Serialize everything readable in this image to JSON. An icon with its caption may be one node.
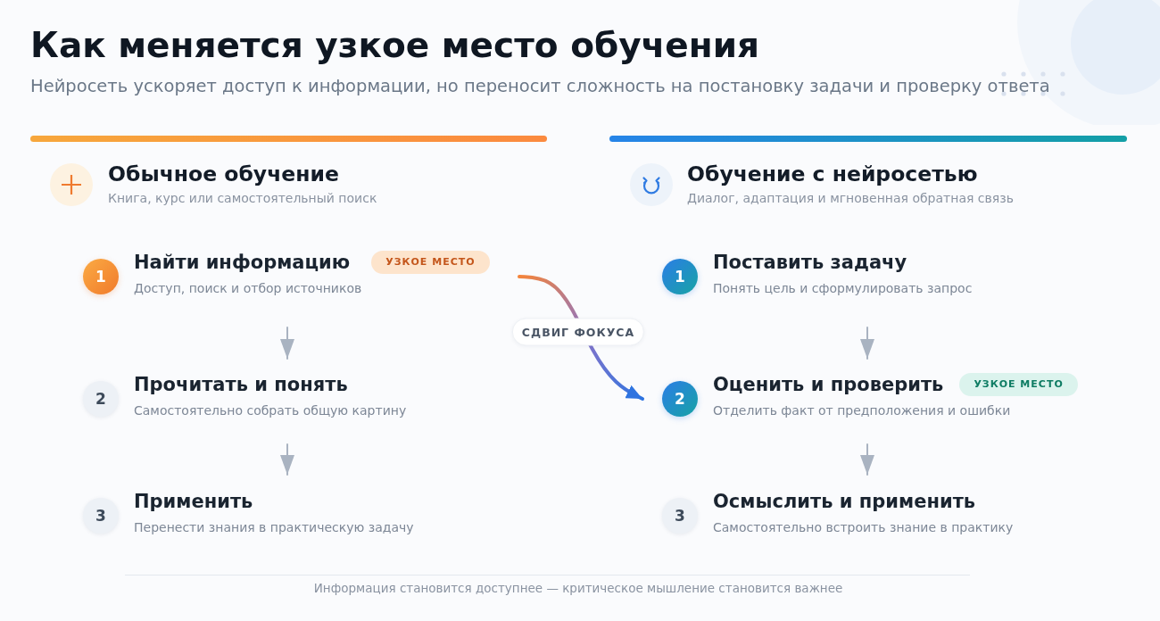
{
  "diagram": {
    "title": "Как меняется узкое место обучения",
    "caption": "Информация становится доступнее — критическое мышление становится важнее",
    "nodes": [
      {
        "text": [
          "1",
          "Найти информацию",
          "УЗКОЕ МЕСТО",
          "Доступ, поиск и отбор источников"
        ]
      },
      {
        "text": [
          "2",
          "Прочитать и понять",
          "Самостоятельно собрать общую картину"
        ]
      },
      {
        "text": [
          "3",
          "Применить",
          "Перенести знания в практическую задачу"
        ]
      },
      {
        "text": [
          "1",
          "Поставить задачу",
          "Понять цель и сформулировать запрос"
        ]
      },
      {
        "text": [
          "2",
          "Оценить и проверить",
          "УЗКОЕ МЕСТО",
          "Отделить факт от предположения и ошибки"
        ]
      },
      {
        "text": [
          "3",
          "Осмыслить и применить",
          "Самостоятельно встроить знание в практику"
        ]
      }
    ],
    "edges": [
      {
        "from": 0,
        "to": 1,
        "arrow": "to"
      },
      {
        "from": 1,
        "to": 2,
        "arrow": "to"
      },
      {
        "from": 3,
        "to": 4,
        "arrow": "to"
      },
      {
        "from": 4,
        "to": 5,
        "arrow": "to"
      },
      {
        "from": 0,
        "to": 4,
        "arrow": "to",
        "label": "СДВИГ ФОКУСА",
        "style": "thick",
        "color": "#2f74e0"
      }
    ],
    "labels": [
      "Нейросеть ускоряет доступ к информации, но переносит сложность на постановку задачи и проверку ответа",
      "Обычное обучение",
      "Книга, курс или самостоятельный поиск",
      "Обучение с нейросетью",
      "Диалог, адаптация и мгновенная обратная связь"
    ]
  }
}
